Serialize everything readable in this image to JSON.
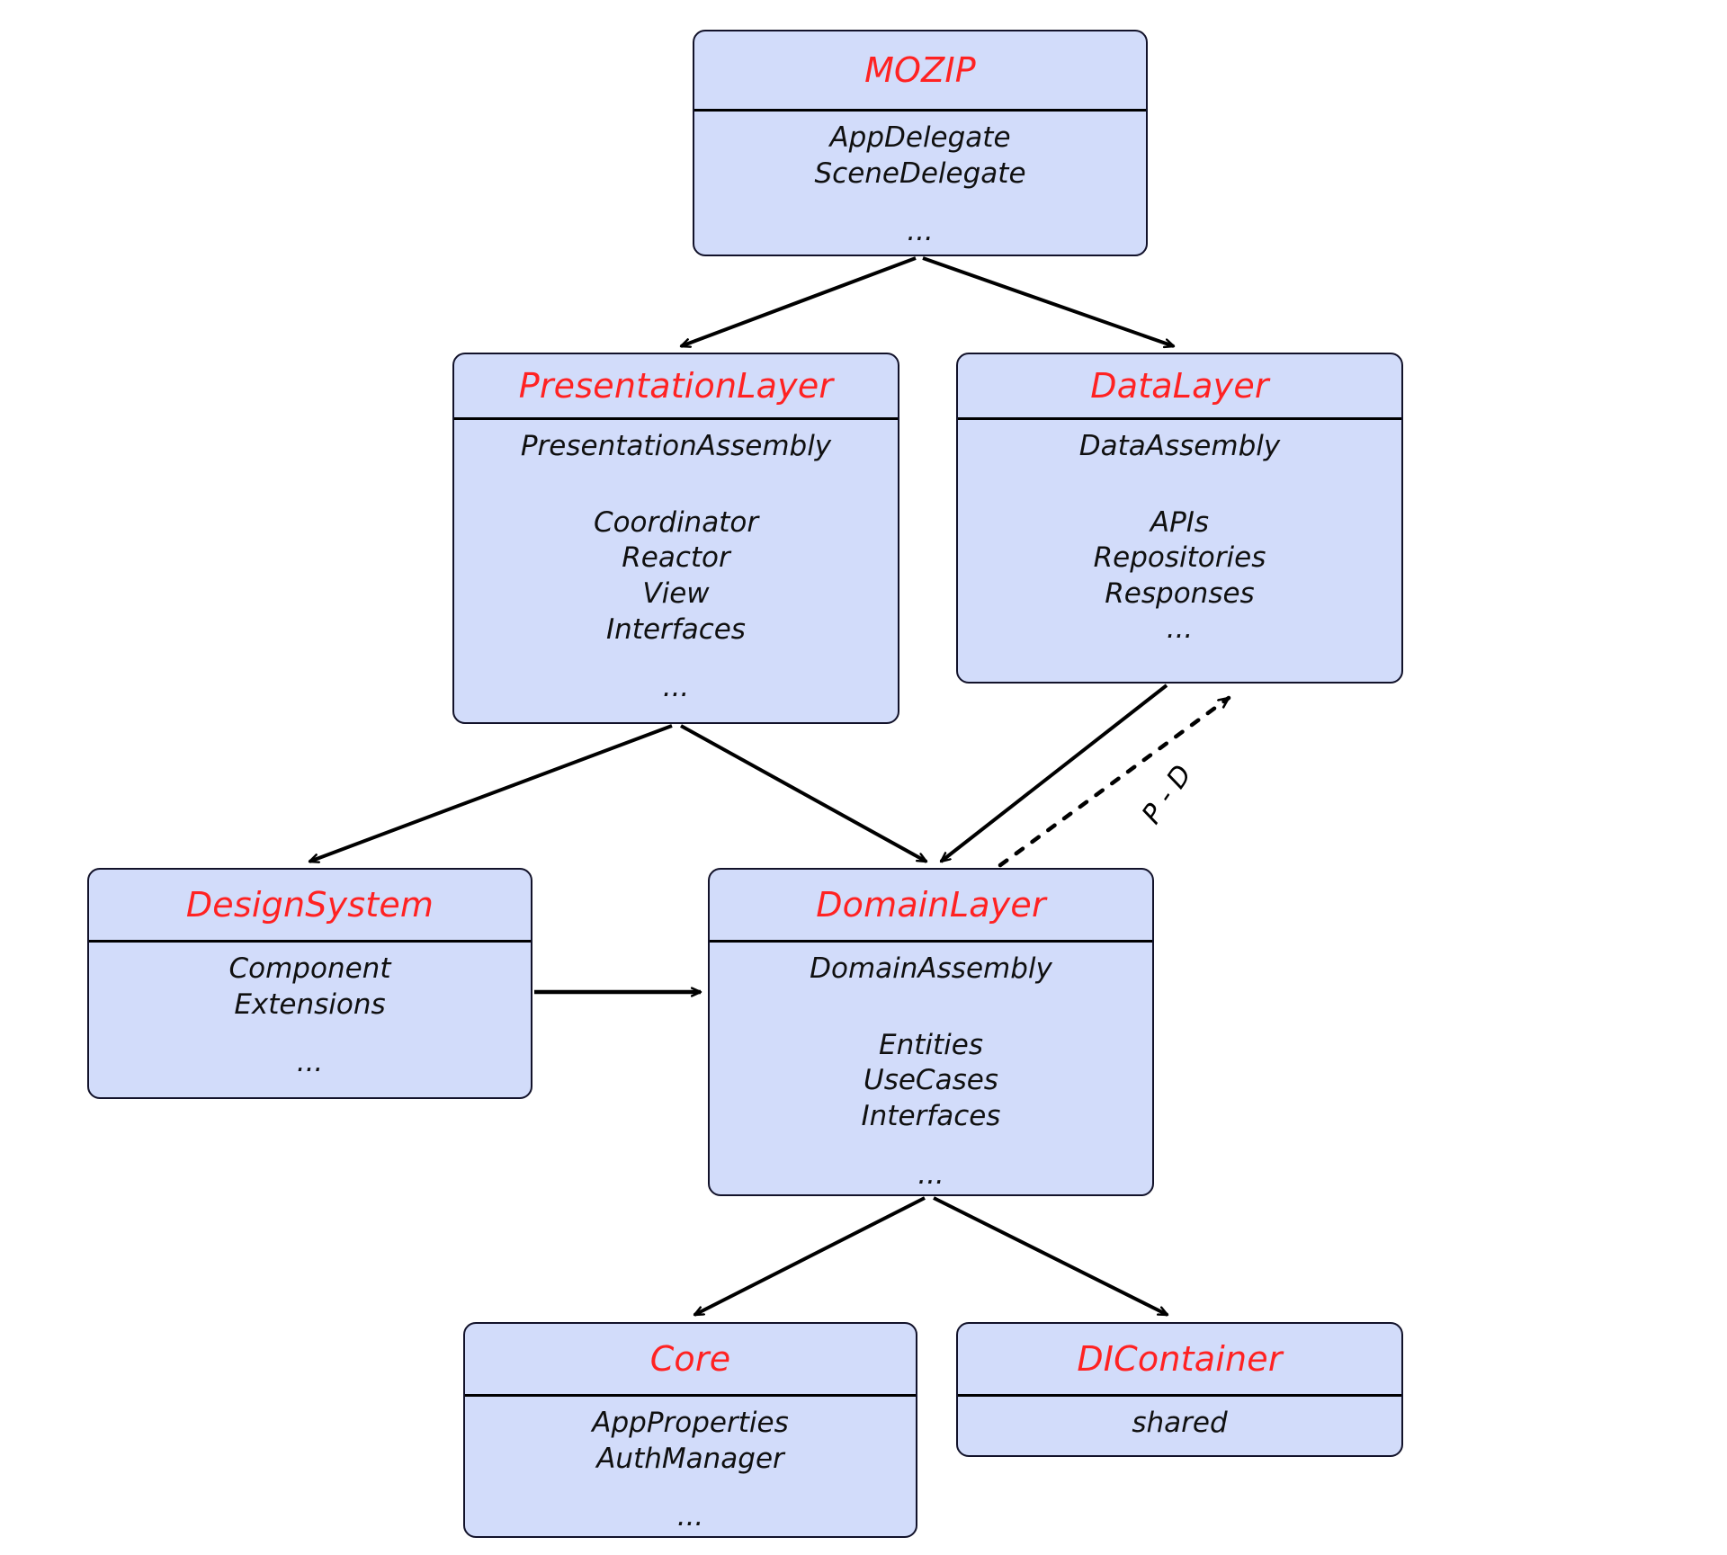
{
  "diagram": {
    "title_color": "#ff2222",
    "node_fill": "#d2dcfa",
    "node_border": "#12122a",
    "background": "#ffffff",
    "nodes": [
      {
        "id": "mozip",
        "title": "MOZIP",
        "assembly": "",
        "members": [
          "AppDelegate",
          "SceneDelegate"
        ],
        "ellipsis": "..."
      },
      {
        "id": "presentation",
        "title": "PresentationLayer",
        "assembly": "PresentationAssembly",
        "members": [
          "Coordinator",
          "Reactor",
          "View",
          "Interfaces"
        ],
        "ellipsis": "..."
      },
      {
        "id": "data",
        "title": "DataLayer",
        "assembly": "DataAssembly",
        "members": [
          "APIs",
          "Repositories",
          "Responses"
        ],
        "ellipsis": "..."
      },
      {
        "id": "designsystem",
        "title": "DesignSystem",
        "assembly": "",
        "members": [
          "Component",
          "Extensions"
        ],
        "ellipsis": "..."
      },
      {
        "id": "domain",
        "title": "DomainLayer",
        "assembly": "DomainAssembly",
        "members": [
          "Entities",
          "UseCases",
          "Interfaces"
        ],
        "ellipsis": "..."
      },
      {
        "id": "core",
        "title": "Core",
        "assembly": "",
        "members": [
          "AppProperties",
          "AuthManager"
        ],
        "ellipsis": "..."
      },
      {
        "id": "dicontainer",
        "title": "DIContainer",
        "assembly": "",
        "members": [
          "shared"
        ],
        "ellipsis": ""
      }
    ],
    "edges": [
      {
        "id": "mozip-presentation",
        "from": "MOZIP",
        "to": "PresentationLayer",
        "style": "solid",
        "label": ""
      },
      {
        "id": "mozip-data",
        "from": "MOZIP",
        "to": "DataLayer",
        "style": "solid",
        "label": ""
      },
      {
        "id": "presentation-designsystem",
        "from": "PresentationLayer",
        "to": "DesignSystem",
        "style": "solid",
        "label": ""
      },
      {
        "id": "presentation-domain",
        "from": "PresentationLayer",
        "to": "DomainLayer",
        "style": "solid",
        "label": ""
      },
      {
        "id": "data-domain",
        "from": "DataLayer",
        "to": "DomainLayer",
        "style": "solid",
        "label": ""
      },
      {
        "id": "domain-data-dip",
        "from": "DomainLayer",
        "to": "DataLayer",
        "style": "dashed",
        "label": "P - D"
      },
      {
        "id": "designsystem-domain",
        "from": "DesignSystem",
        "to": "DomainLayer",
        "style": "solid",
        "label": ""
      },
      {
        "id": "domain-core",
        "from": "DomainLayer",
        "to": "Core",
        "style": "solid",
        "label": ""
      },
      {
        "id": "domain-dicontainer",
        "from": "DomainLayer",
        "to": "DIContainer",
        "style": "solid",
        "label": ""
      }
    ]
  }
}
